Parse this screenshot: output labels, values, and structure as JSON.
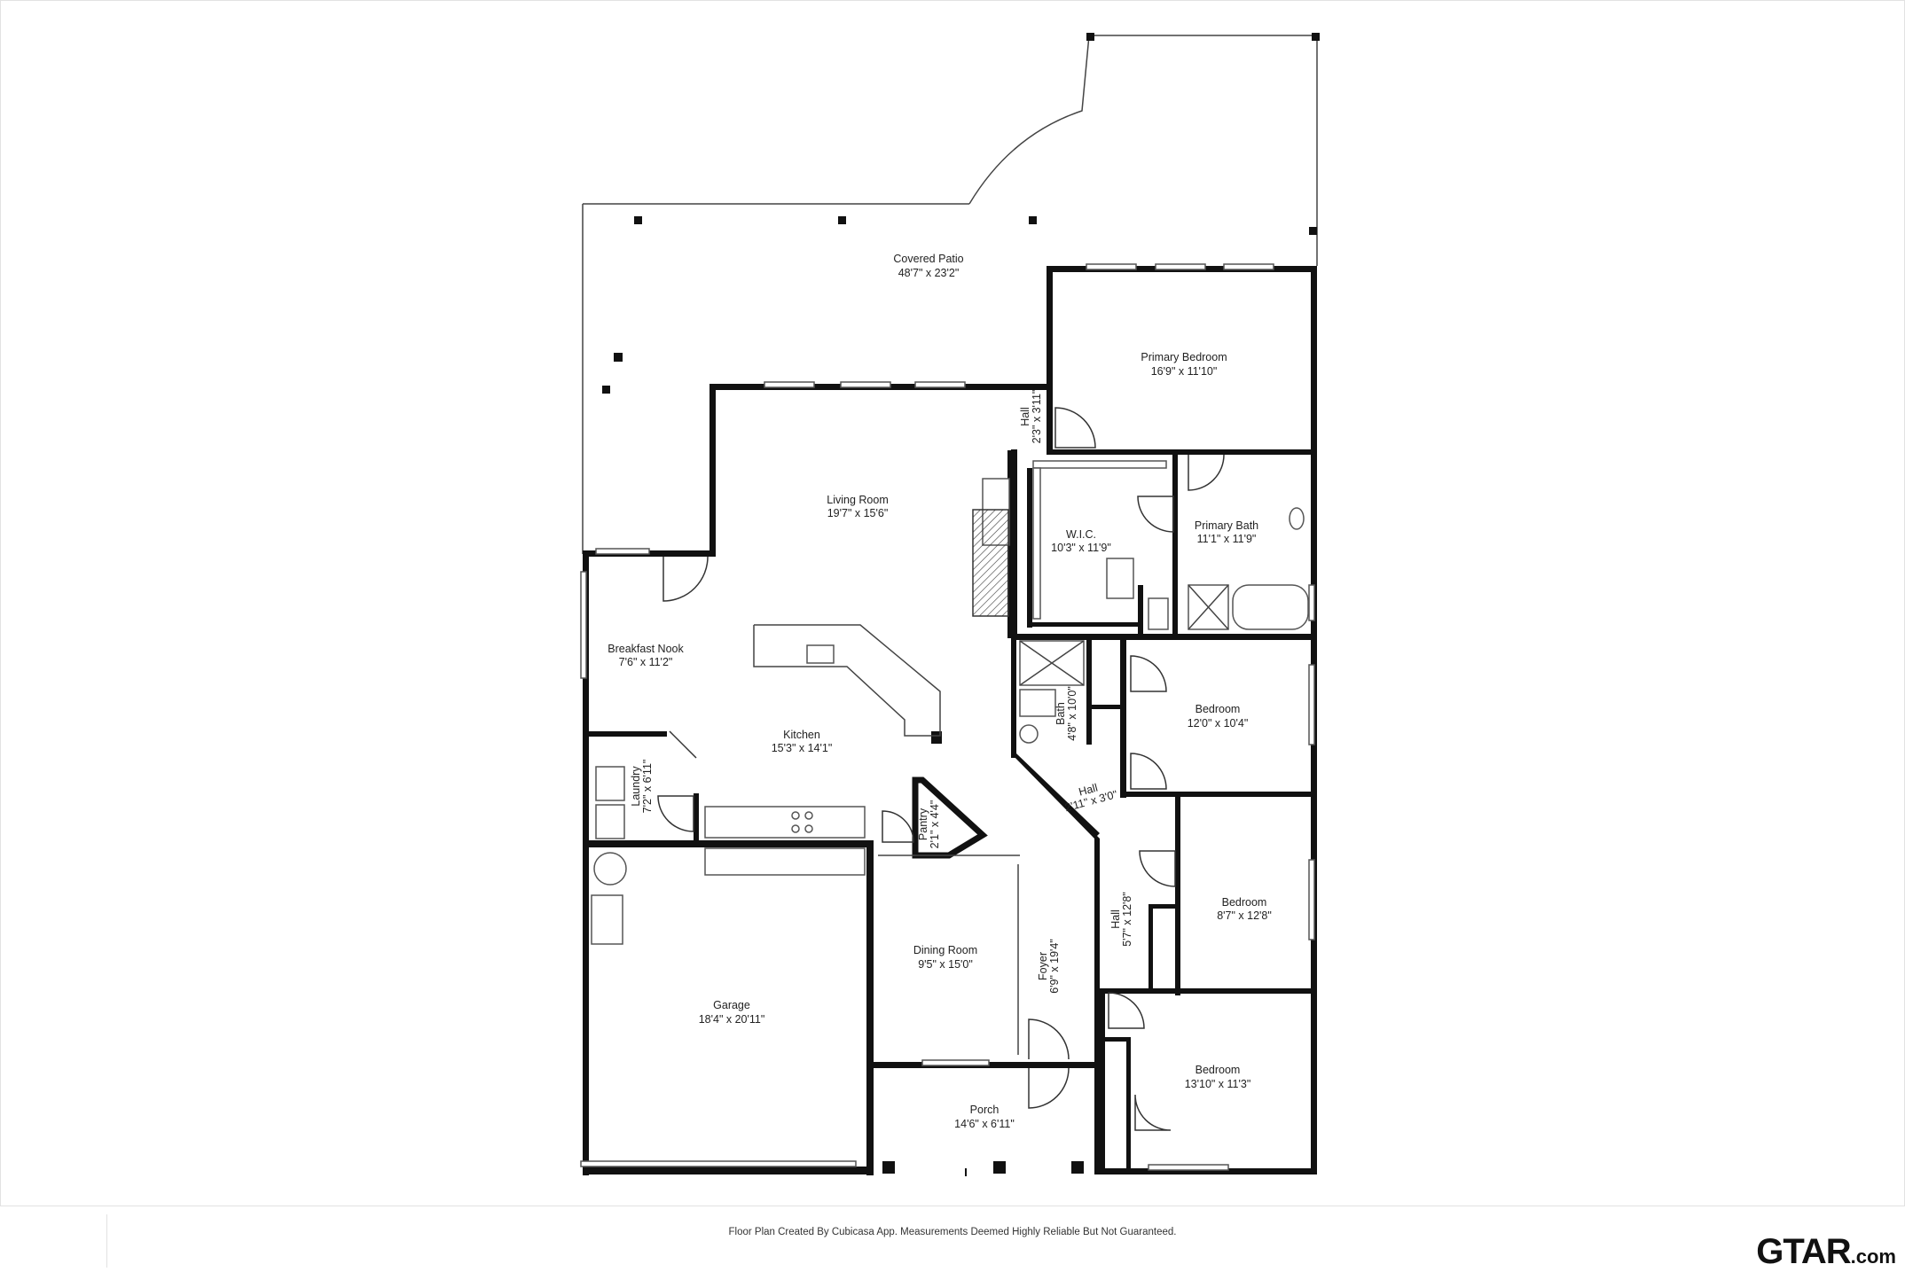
{
  "rooms": [
    {
      "id": "covered-patio",
      "name": "Covered Patio",
      "dim": "48'7\" x 23'2\""
    },
    {
      "id": "primary-bedroom",
      "name": "Primary Bedroom",
      "dim": "16'9\" x 11'10\""
    },
    {
      "id": "hall-1",
      "name": "Hall",
      "dim": "2'3\" x 3'11\""
    },
    {
      "id": "living-room",
      "name": "Living Room",
      "dim": "19'7\" x 15'6\""
    },
    {
      "id": "wic",
      "name": "W.I.C.",
      "dim": "10'3\" x 11'9\""
    },
    {
      "id": "primary-bath",
      "name": "Primary Bath",
      "dim": "11'1\" x 11'9\""
    },
    {
      "id": "breakfast-nook",
      "name": "Breakfast Nook",
      "dim": "7'6\" x 11'2\""
    },
    {
      "id": "bath",
      "name": "Bath",
      "dim": "4'8\" x 10'0\""
    },
    {
      "id": "bedroom-2",
      "name": "Bedroom",
      "dim": "12'0\" x 10'4\""
    },
    {
      "id": "kitchen",
      "name": "Kitchen",
      "dim": "15'3\" x 14'1\""
    },
    {
      "id": "laundry",
      "name": "Laundry",
      "dim": "7'2\" x 6'11\""
    },
    {
      "id": "hall-2",
      "name": "Hall",
      "dim": "2'11\" x 3'0\""
    },
    {
      "id": "pantry",
      "name": "Pantry",
      "dim": "2'1\" x 4'4\""
    },
    {
      "id": "bedroom-3",
      "name": "Bedroom",
      "dim": "8'7\" x 12'8\""
    },
    {
      "id": "hall-3",
      "name": "Hall",
      "dim": "5'7\" x 12'8\""
    },
    {
      "id": "dining-room",
      "name": "Dining Room",
      "dim": "9'5\" x 15'0\""
    },
    {
      "id": "foyer",
      "name": "Foyer",
      "dim": "6'9\" x 19'4\""
    },
    {
      "id": "garage",
      "name": "Garage",
      "dim": "18'4\" x 20'11\""
    },
    {
      "id": "bedroom-4",
      "name": "Bedroom",
      "dim": "13'10\" x 11'3\""
    },
    {
      "id": "porch",
      "name": "Porch",
      "dim": "14'6\" x 6'11\""
    }
  ],
  "footer": {
    "disclaimer": "Floor Plan Created By Cubicasa App. Measurements Deemed Highly Reliable But Not Guaranteed."
  },
  "brand": {
    "logo": "GTAR",
    "logo_suffix": ".com"
  },
  "colors": {
    "walls": "#111111",
    "background": "#ffffff"
  }
}
